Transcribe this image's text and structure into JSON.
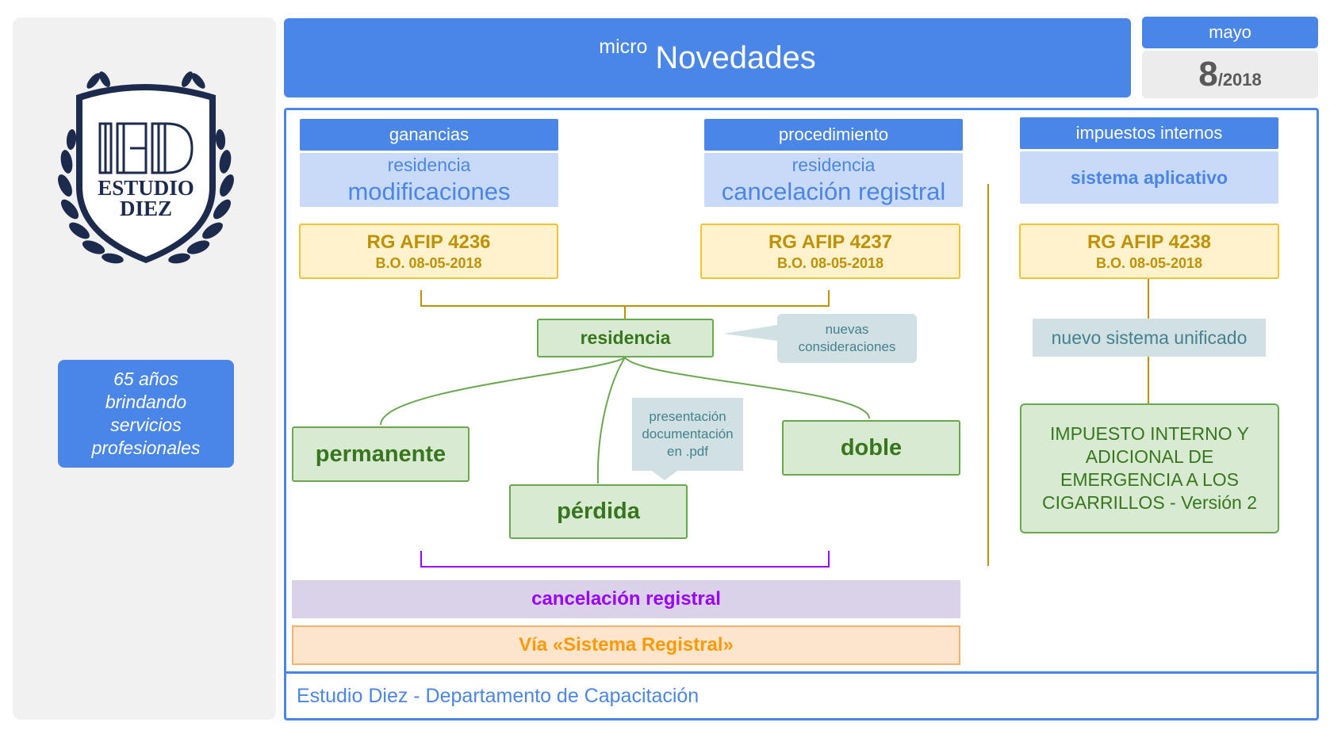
{
  "logo": {
    "monogram": "IED",
    "line1": "ESTUDIO",
    "line2": "DIEZ"
  },
  "sidebar": {
    "tagline": [
      "65 años",
      "brindando",
      "servicios",
      "profesionales"
    ]
  },
  "header": {
    "micro": "micro",
    "title": "Novedades",
    "month": "mayo",
    "day": "8",
    "year": "/2018"
  },
  "columns": [
    {
      "category": "ganancias",
      "sub1": "residencia",
      "sub2": "modificaciones",
      "rg": "RG AFIP 4236",
      "bo": "B.O. 08-05-2018"
    },
    {
      "category": "procedimiento",
      "sub1": "residencia",
      "sub2": "cancelación registral",
      "rg": "RG AFIP 4237",
      "bo": "B.O. 08-05-2018"
    },
    {
      "category": "impuestos internos",
      "sub1": "sistema aplicativo",
      "sub2": "",
      "rg": "RG AFIP 4238",
      "bo": "B.O. 08-05-2018"
    }
  ],
  "tree": {
    "root": "residencia",
    "root_note": [
      "nuevas",
      "consideraciones"
    ],
    "children": [
      "permanente",
      "pérdida",
      "doble"
    ],
    "pdf_note": [
      "presentación",
      "documentación",
      "en .pdf"
    ]
  },
  "cancel_label": "cancelación registral",
  "via_label": "Vía «Sistema Registral»",
  "right": {
    "unified": "nuevo sistema unificado",
    "tax_lines": [
      "IMPUESTO INTERNO Y",
      "ADICIONAL DE",
      "EMERGENCIA A LOS",
      "CIGARRILLOS - Versión 2"
    ]
  },
  "footer": "Estudio Diez - Departamento de Capacitación",
  "colors": {
    "blue": "#4a86e8",
    "lightblue": "#c9daf8",
    "gold": "#bf9000",
    "yellowbg": "#fff2cc",
    "green": "#38761d",
    "greenbg": "#d9ead3",
    "purple": "#9900ff",
    "purplebg": "#d9d2e9",
    "orange": "#ff9900",
    "orangebg": "#fce5cd",
    "teal": "#45818e",
    "tealbg": "#d0e0e3",
    "navy": "#1c2a4d"
  }
}
